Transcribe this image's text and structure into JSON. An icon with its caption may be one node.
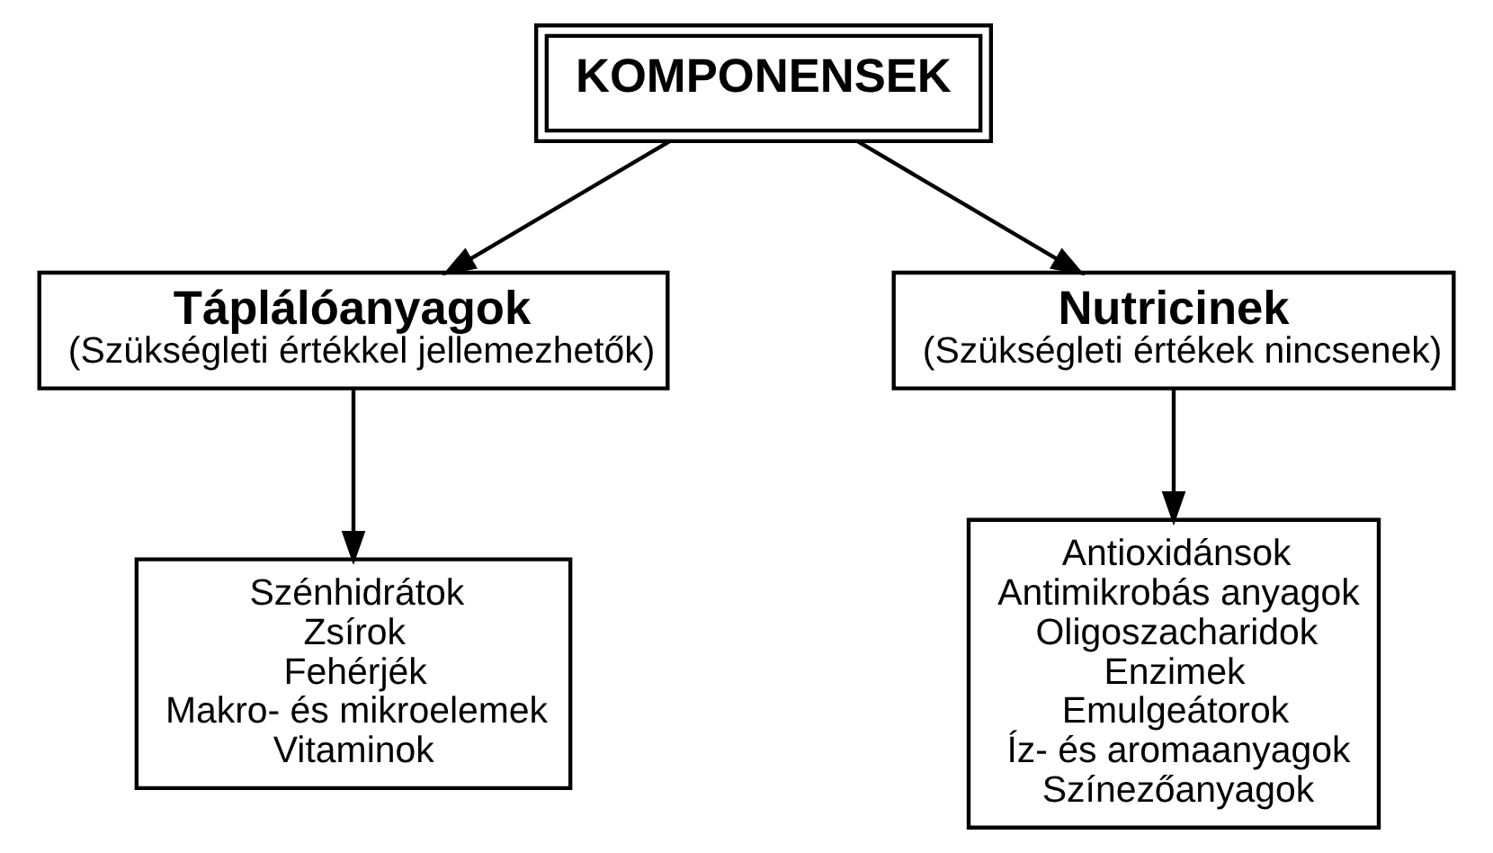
{
  "diagram": {
    "nodes": [
      {
        "text": [
          "KOMPONENSEK"
        ]
      },
      {
        "text": [
          "Táplálóanyagok",
          "(Szükségleti értékkel jellemezhetők)"
        ]
      },
      {
        "text": [
          "Nutricinek",
          "(Szükségleti értékek nincsenek)"
        ]
      },
      {
        "text": [
          "Szénhidrátok",
          "Zsírok",
          "Fehérjék",
          "Makro- és mikroelemek",
          "Vitaminok"
        ]
      },
      {
        "text": [
          "Antioxidánsok",
          "Antimikrobás anyagok",
          "Oligoszacharidok",
          "Enzimek",
          "Emulgeátorok",
          "Íz- és aromaanyagok",
          "Színezőanyagok"
        ]
      }
    ],
    "edges": [
      {
        "from": 0,
        "to": 1,
        "arrow": "to"
      },
      {
        "from": 0,
        "to": 2,
        "arrow": "to"
      },
      {
        "from": 1,
        "to": 3,
        "arrow": "to"
      },
      {
        "from": 2,
        "to": 4,
        "arrow": "to"
      }
    ]
  }
}
